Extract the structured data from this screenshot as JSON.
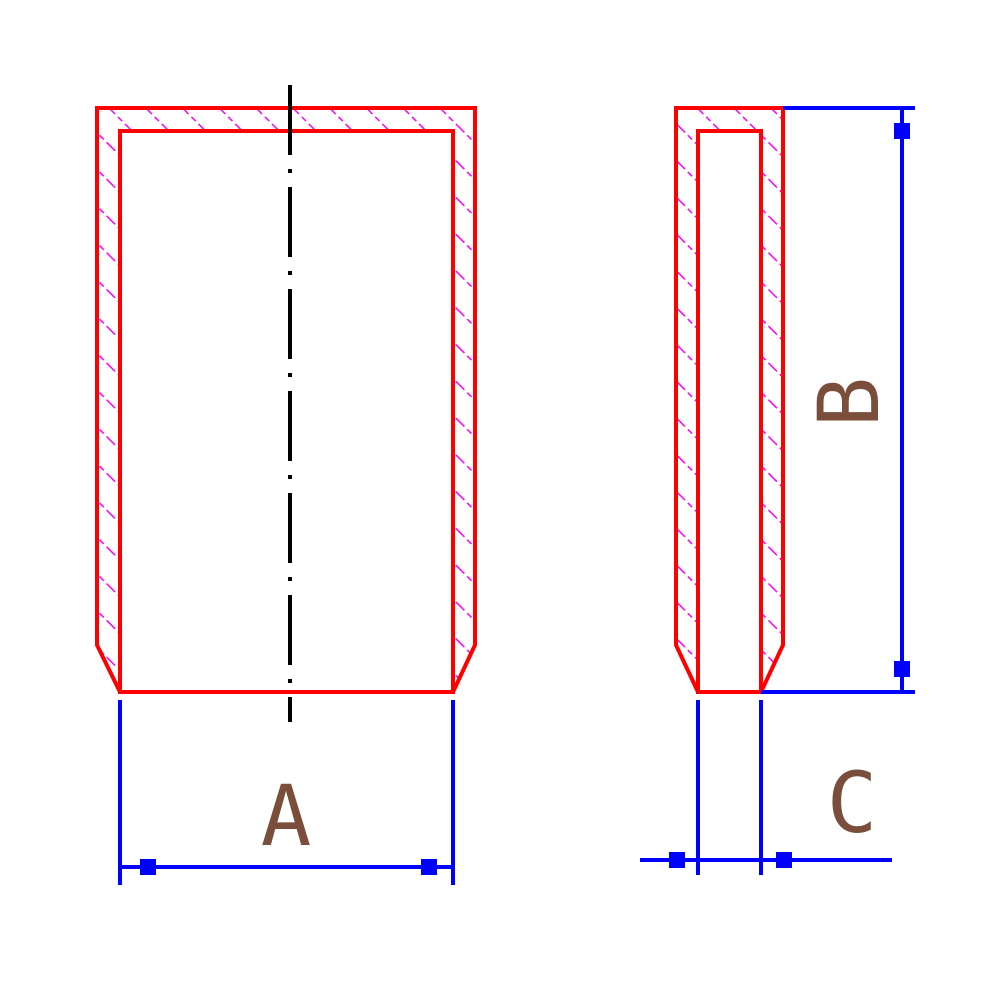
{
  "drawing": {
    "dimensions": {
      "width_label": "A",
      "height_label": "B",
      "thickness_label": "C"
    },
    "colors": {
      "outline": "#ff0000",
      "hatch": "#ff00ff",
      "dimension": "#0000ff",
      "centerline": "#000000",
      "label": "#7a4e3a",
      "background": "#ffffff"
    }
  }
}
